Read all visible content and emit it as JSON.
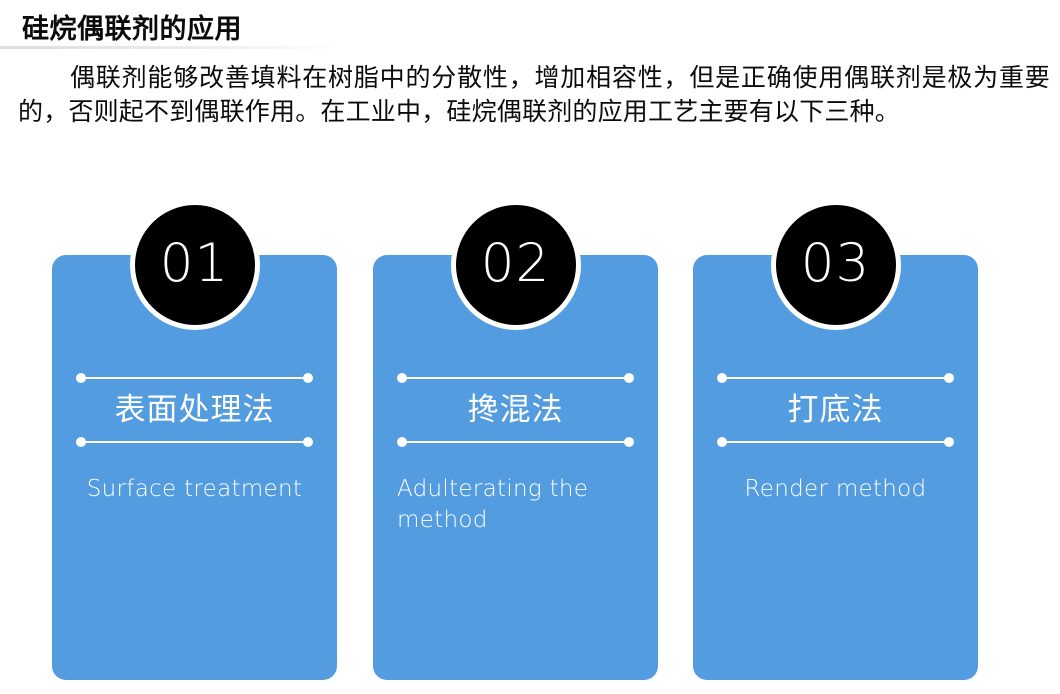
{
  "slide": {
    "title": "硅烷偶联剂的应用",
    "paragraph": "偶联剂能够改善填料在树脂中的分散性，增加相容性，但是正确使用偶联剂是极为重要的，否则起不到偶联作用。在工业中，硅烷偶联剂的应用工艺主要有以下三种。"
  },
  "colors": {
    "card_blue": "#549CE0",
    "badge_black": "#000000",
    "badge_ring": "#ffffff",
    "text_white": "#ffffff",
    "text_black": "#0b0b0b"
  },
  "cards": [
    {
      "number": "01",
      "cn_title": "表面处理法",
      "en_caption": "Surface treatment",
      "en_align": "center"
    },
    {
      "number": "02",
      "cn_title": "搀混法",
      "en_caption": "Adulterating the method",
      "en_align": "left"
    },
    {
      "number": "03",
      "cn_title": "打底法",
      "en_caption": "Render method",
      "en_align": "center"
    }
  ]
}
